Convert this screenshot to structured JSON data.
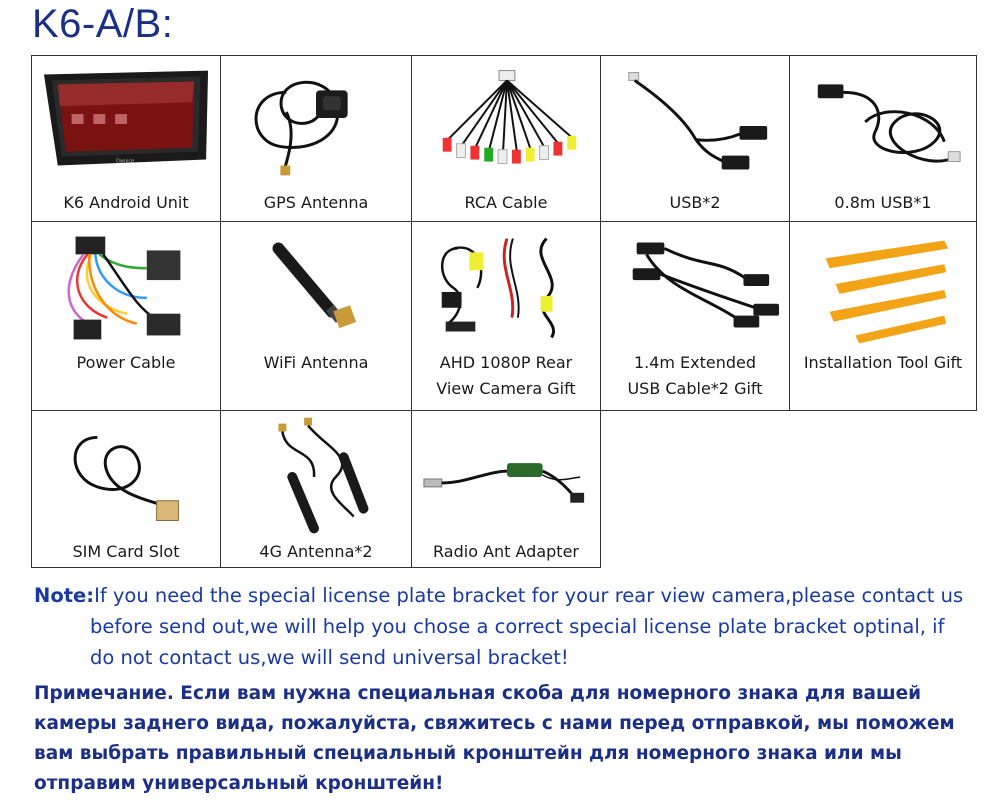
{
  "page": {
    "title": "K6-A/B:"
  },
  "items": [
    {
      "label": "K6 Android Unit",
      "icon": "android-unit-icon"
    },
    {
      "label": "GPS Antenna",
      "icon": "gps-antenna-icon"
    },
    {
      "label": "RCA Cable",
      "icon": "rca-cable-icon"
    },
    {
      "label": "USB*2",
      "icon": "usb-cable-icon"
    },
    {
      "label": "0.8m USB*1",
      "icon": "usb-coil-icon"
    },
    {
      "label": "Power Cable",
      "icon": "power-cable-icon"
    },
    {
      "label": "WiFi Antenna",
      "icon": "wifi-antenna-icon"
    },
    {
      "label_line1": "AHD 1080P Rear",
      "label_line2": "View Camera Gift",
      "icon": "camera-icon"
    },
    {
      "label_line1": "1.4m Extended",
      "label_line2": "USB Cable*2 Gift",
      "icon": "usb-extension-icon"
    },
    {
      "label": "Installation Tool Gift",
      "icon": "pry-tool-icon"
    },
    {
      "label": "SIM Card Slot",
      "icon": "sim-slot-icon"
    },
    {
      "label": "4G Antenna*2",
      "icon": "antenna-4g-icon"
    },
    {
      "label": "Radio Ant Adapter",
      "icon": "radio-adapter-icon"
    }
  ],
  "unit_brand": "Ownice",
  "note": {
    "en_label": "Note:",
    "en_line1": "If you need the special license plate bracket for your rear view camera,please contact us",
    "en_line2": "before send out,we will help you chose a correct special license plate bracket optinal, if",
    "en_line3": "do not contact us,we will send universal bracket!",
    "ru_line1": "Примечание. Если вам нужна специальная скоба для номерного знака для вашей",
    "ru_line2": "камеры заднего вида, пожалуйста, свяжитесь с нами перед отправкой, мы поможем",
    "ru_line3": "вам выбрать правильный специальный кронштейн для номерного знака или мы",
    "ru_line4": "отправим универсальный кронштейн!"
  },
  "colors": {
    "title": "#1b2f86",
    "note": "#1a3aa3",
    "border": "#333333",
    "tool": "#f3a416"
  }
}
